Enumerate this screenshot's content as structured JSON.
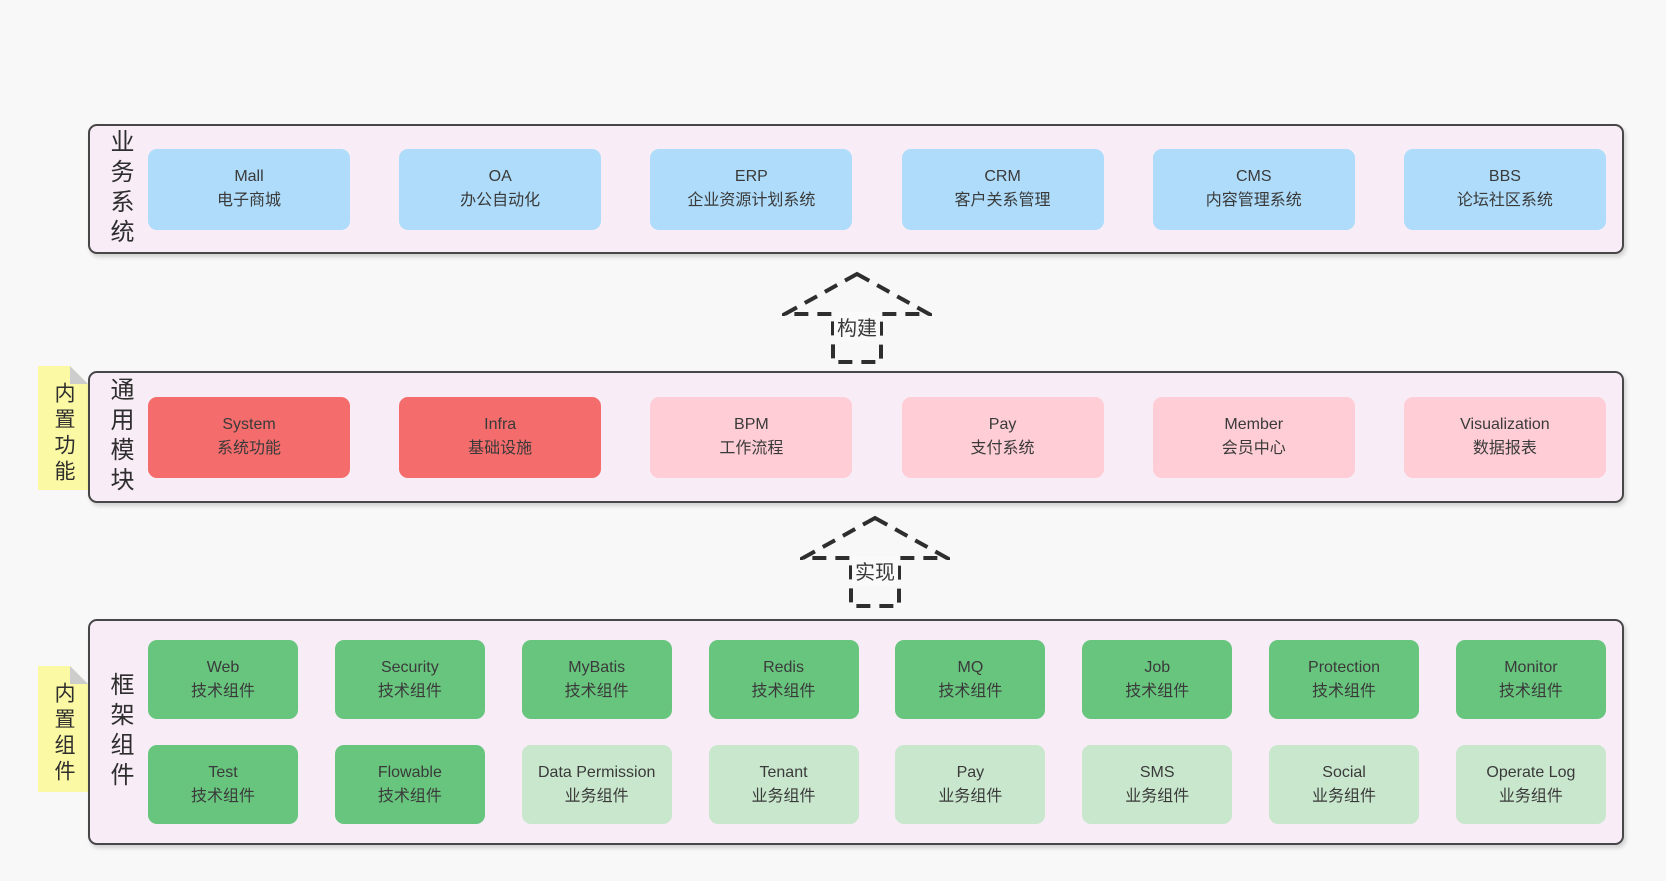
{
  "diagram": {
    "arrows": [
      {
        "label": "构建"
      },
      {
        "label": "实现"
      }
    ],
    "colors": {
      "canvas_bg": "#f9f8f9",
      "panel_bg": "#f8edf6",
      "panel_border": "#474747",
      "sticky_yellow": "#fbf9a3",
      "box_blue": "#aedcfa",
      "box_red": "#f56c6c",
      "box_pink": "#fecdd5",
      "box_green": "#68c57e",
      "box_light_green": "#c9e7cd"
    }
  },
  "layers": [
    {
      "label": "业务系统",
      "rows": [
        [
          {
            "title": "Mall",
            "subtitle": "电子商城"
          },
          {
            "title": "OA",
            "subtitle": "办公自动化"
          },
          {
            "title": "ERP",
            "subtitle": "企业资源计划系统"
          },
          {
            "title": "CRM",
            "subtitle": "客户关系管理"
          },
          {
            "title": "CMS",
            "subtitle": "内容管理系统"
          },
          {
            "title": "BBS",
            "subtitle": "论坛社区系统"
          }
        ]
      ]
    },
    {
      "label": "通用模块",
      "sticky": "内置功能",
      "rows": [
        [
          {
            "title": "System",
            "subtitle": "系统功能"
          },
          {
            "title": "Infra",
            "subtitle": "基础设施"
          },
          {
            "title": "BPM",
            "subtitle": "工作流程"
          },
          {
            "title": "Pay",
            "subtitle": "支付系统"
          },
          {
            "title": "Member",
            "subtitle": "会员中心"
          },
          {
            "title": "Visualization",
            "subtitle": "数据报表"
          }
        ]
      ]
    },
    {
      "label": "框架组件",
      "sticky": "内置组件",
      "rows": [
        [
          {
            "title": "Web",
            "subtitle": "技术组件"
          },
          {
            "title": "Security",
            "subtitle": "技术组件"
          },
          {
            "title": "MyBatis",
            "subtitle": "技术组件"
          },
          {
            "title": "Redis",
            "subtitle": "技术组件"
          },
          {
            "title": "MQ",
            "subtitle": "技术组件"
          },
          {
            "title": "Job",
            "subtitle": "技术组件"
          },
          {
            "title": "Protection",
            "subtitle": "技术组件"
          },
          {
            "title": "Monitor",
            "subtitle": "技术组件"
          }
        ],
        [
          {
            "title": "Test",
            "subtitle": "技术组件"
          },
          {
            "title": "Flowable",
            "subtitle": "技术组件"
          },
          {
            "title": "Data Permission",
            "subtitle": "业务组件"
          },
          {
            "title": "Tenant",
            "subtitle": "业务组件"
          },
          {
            "title": "Pay",
            "subtitle": "业务组件"
          },
          {
            "title": "SMS",
            "subtitle": "业务组件"
          },
          {
            "title": "Social",
            "subtitle": "业务组件"
          },
          {
            "title": "Operate Log",
            "subtitle": "业务组件"
          }
        ]
      ]
    }
  ]
}
